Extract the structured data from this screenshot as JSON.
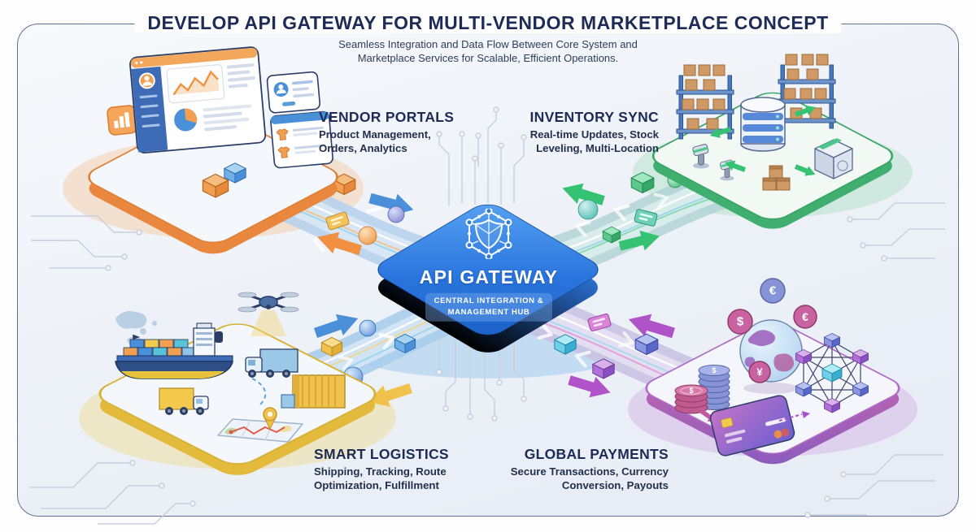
{
  "header": {
    "title": "DEVELOP API GATEWAY FOR MULTI-VENDOR MARKETPLACE CONCEPT",
    "subtitle_line1": "Seamless Integration and Data Flow Between Core System and",
    "subtitle_line2": "Marketplace Services for Scalable, Efficient Operations."
  },
  "center": {
    "title": "API GATEWAY",
    "subtitle_line1": "CENTRAL INTEGRATION &",
    "subtitle_line2": "MANAGEMENT HUB"
  },
  "quadrants": {
    "vendor_portals": {
      "title": "VENDOR PORTALS",
      "desc_line1": "Product Management,",
      "desc_line2": "Orders, Analytics",
      "accent": "#e8883a"
    },
    "inventory_sync": {
      "title": "INVENTORY SYNC",
      "desc_line1": "Real-time Updates, Stock",
      "desc_line2": "Leveling, Multi-Location",
      "accent": "#3fae6e"
    },
    "smart_logistics": {
      "title": "SMART LOGISTICS",
      "desc_line1": "Shipping, Tracking, Route",
      "desc_line2": "Optimization, Fulfillment",
      "accent": "#e3ba3c"
    },
    "global_payments": {
      "title": "GLOBAL PAYMENTS",
      "desc_line1": "Secure Transactions, Currency",
      "desc_line2": "Conversion, Payouts",
      "accent": "#9a5ab8"
    }
  },
  "currency": {
    "dollar": "$",
    "euro": "€",
    "yen": "¥"
  },
  "colors": {
    "title_navy": "#1d2b56",
    "gateway_blue": "#2f7de1",
    "vendor_orange": "#e8883a",
    "inventory_green": "#3fae6e",
    "logistics_yellow": "#e3ba3c",
    "payments_purple": "#9a5ab8",
    "panel_border": "#5f7190",
    "flow_blue": "#b7d2ec"
  },
  "icons": {
    "center_hub": "hexagon-shield",
    "vendor_portals": "dashboard-window",
    "inventory_sync": "warehouse-shelves-database",
    "smart_logistics": "ship-truck-drone-map",
    "global_payments": "globe-coins-credit-card"
  }
}
